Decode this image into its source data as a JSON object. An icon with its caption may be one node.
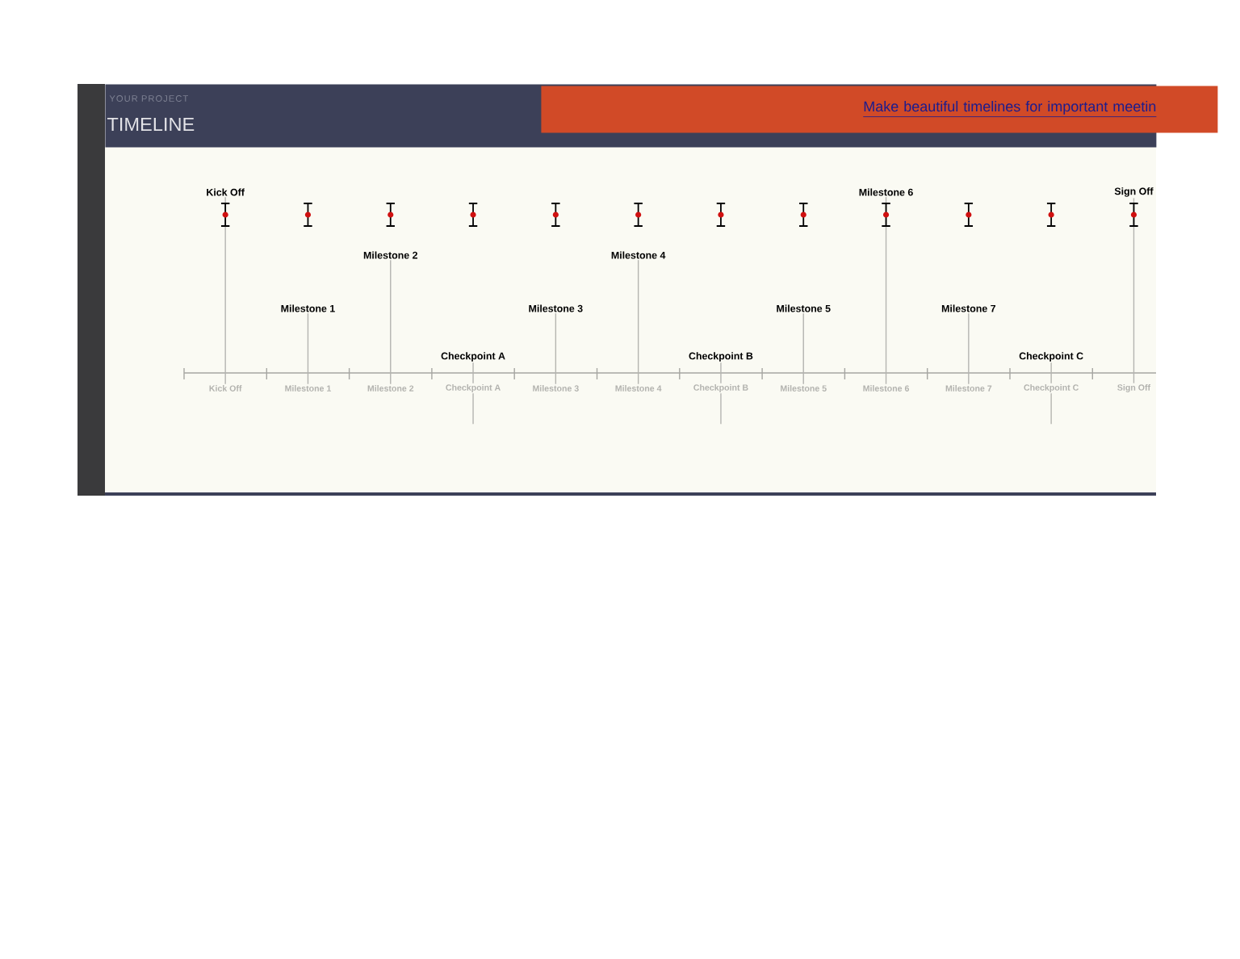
{
  "diagram": {
    "nodes": [
      {
        "text": [
          "YOUR PROJECT",
          "TIMELINE"
        ]
      },
      {
        "text": [
          "Make beautiful timelines for important meetin"
        ]
      },
      {
        "text": [
          "Kick Off"
        ]
      },
      {
        "text": [
          "Milestone 1"
        ]
      },
      {
        "text": [
          "Milestone 2"
        ]
      },
      {
        "text": [
          "Checkpoint A"
        ]
      },
      {
        "text": [
          "Milestone 3"
        ]
      },
      {
        "text": [
          "Milestone 4"
        ]
      },
      {
        "text": [
          "Checkpoint B"
        ]
      },
      {
        "text": [
          "Milestone 5"
        ]
      },
      {
        "text": [
          "Milestone 6"
        ]
      },
      {
        "text": [
          "Milestone 7"
        ]
      },
      {
        "text": [
          "Checkpoint C"
        ]
      },
      {
        "text": [
          "Sign Off"
        ]
      },
      {
        "text": [
          "Kick Off"
        ]
      },
      {
        "text": [
          "Milestone 1"
        ]
      },
      {
        "text": [
          "Milestone 2"
        ]
      },
      {
        "text": [
          "Checkpoint A"
        ]
      },
      {
        "text": [
          "Milestone 3"
        ]
      },
      {
        "text": [
          "Milestone 4"
        ]
      },
      {
        "text": [
          "Checkpoint B"
        ]
      },
      {
        "text": [
          "Milestone 5"
        ]
      },
      {
        "text": [
          "Milestone 6"
        ]
      },
      {
        "text": [
          "Milestone 7"
        ]
      },
      {
        "text": [
          "Checkpoint C"
        ]
      },
      {
        "text": [
          "Sign Off"
        ]
      }
    ],
    "edges": [
      {
        "from": 2,
        "to": 14,
        "arrow": "none"
      },
      {
        "from": 3,
        "to": 15,
        "arrow": "none"
      },
      {
        "from": 4,
        "to": 16,
        "arrow": "none"
      },
      {
        "from": 5,
        "to": 17,
        "arrow": "none"
      },
      {
        "from": 6,
        "to": 18,
        "arrow": "none"
      },
      {
        "from": 7,
        "to": 19,
        "arrow": "none"
      },
      {
        "from": 8,
        "to": 20,
        "arrow": "none"
      },
      {
        "from": 9,
        "to": 21,
        "arrow": "none"
      },
      {
        "from": 10,
        "to": 22,
        "arrow": "none"
      },
      {
        "from": 11,
        "to": 23,
        "arrow": "none"
      },
      {
        "from": 12,
        "to": 24,
        "arrow": "none"
      },
      {
        "from": 13,
        "to": 25,
        "arrow": "none"
      },
      {
        "from": 17,
        "to": null,
        "arrow": "none"
      },
      {
        "from": 20,
        "to": null,
        "arrow": "none"
      },
      {
        "from": 24,
        "to": null,
        "arrow": "none"
      }
    ]
  }
}
